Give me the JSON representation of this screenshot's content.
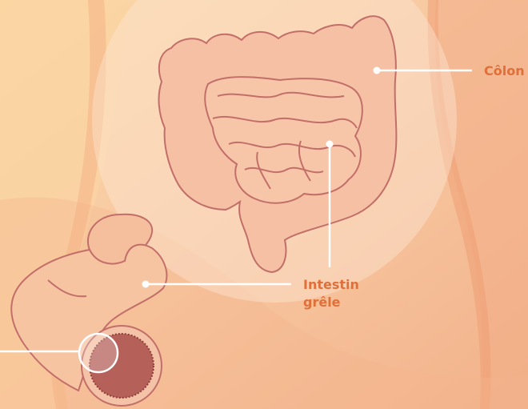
{
  "labels": {
    "colon": "Côlon",
    "intestin_line1": "Intestin",
    "intestin_line2": "grêle"
  },
  "colors": {
    "background": "#f6c9a4",
    "label_text": "#e0703a",
    "organ_fill": "#f6c2a3",
    "organ_outline": "#c26f6a",
    "pointer_line": "#ffffff",
    "mucosa": "#b5615a"
  }
}
